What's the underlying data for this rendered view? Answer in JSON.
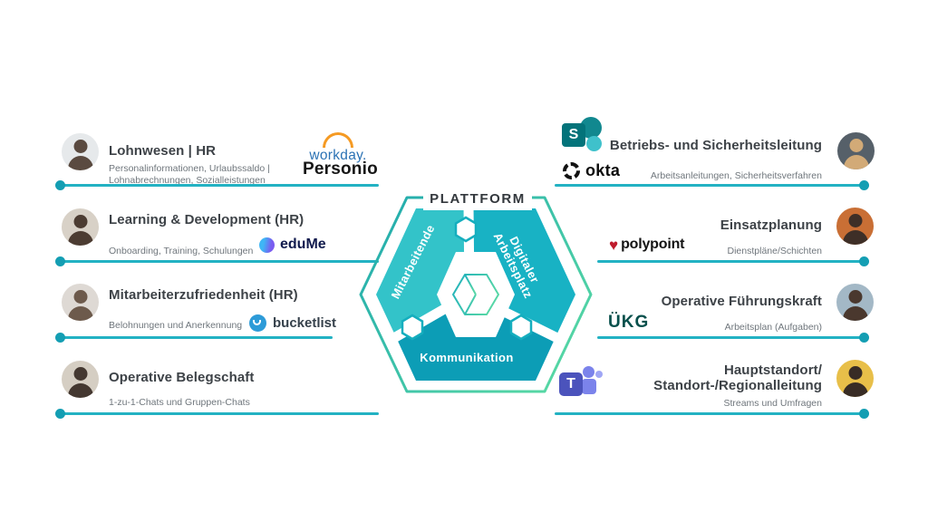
{
  "center": {
    "title": "PLATTFORM",
    "segment_left": "Mitarbeitende",
    "segment_right_line1": "Digitaler",
    "segment_right_line2": "Arbeitsplatz",
    "segment_bottom": "Kommunikation"
  },
  "left_items": [
    {
      "title": "Lohnwesen | HR",
      "subtitle": "Personalinformationen, Urlaubssaldo  |\nLohnabrechnungen, Sozialleistungen"
    },
    {
      "title": "Learning & Development (HR)",
      "subtitle": "Onboarding, Training, Schulungen"
    },
    {
      "title": "Mitarbeiterzufriedenheit (HR)",
      "subtitle": "Belohnungen und Anerkennung"
    },
    {
      "title": "Operative Belegschaft",
      "subtitle": "1-zu-1-Chats und Gruppen-Chats"
    }
  ],
  "right_items": [
    {
      "title": "Betriebs- und Sicherheitsleitung",
      "subtitle": "Arbeitsanleitungen, Sicherheitsverfahren"
    },
    {
      "title": "Einsatzplanung",
      "subtitle": "Dienstpläne/Schichten"
    },
    {
      "title": "Operative Führungskraft",
      "subtitle": "Arbeitsplan (Aufgaben)"
    },
    {
      "title": "Hauptstandort/\nStandort-/Regionalleitung",
      "subtitle": "Streams und Umfragen"
    }
  ],
  "logos": {
    "workday": "workday.",
    "personio": "Personio",
    "edume": "eduMe",
    "bucketlist": "bucketlist",
    "sharepoint_letter": "S",
    "okta": "okta",
    "polypoint": "polypoint",
    "polypoint_heart": "♥",
    "ukg": "ÜKG",
    "teams_letter": "T"
  },
  "colors": {
    "connector_line": "#23b2c3",
    "connector_dot": "#149eb3",
    "title_text": "#3d4247",
    "subtitle_text": "#6f767c",
    "segment_left": "#33c3c9",
    "segment_right": "#18b2c4",
    "segment_bottom": "#0c9db6",
    "outline_gradient_start": "#1fa9ae",
    "outline_gradient_end": "#57d8a4",
    "workday_blue": "#2b72b4",
    "workday_orange": "#f59a23",
    "edume_navy": "#101a4d",
    "bucketlist_blue": "#2d9bd8",
    "polypoint_red": "#bf1b2c",
    "ukg_green": "#07504c",
    "teams_purple": "#4b53bc",
    "sharepoint_teal": "#03737a"
  }
}
